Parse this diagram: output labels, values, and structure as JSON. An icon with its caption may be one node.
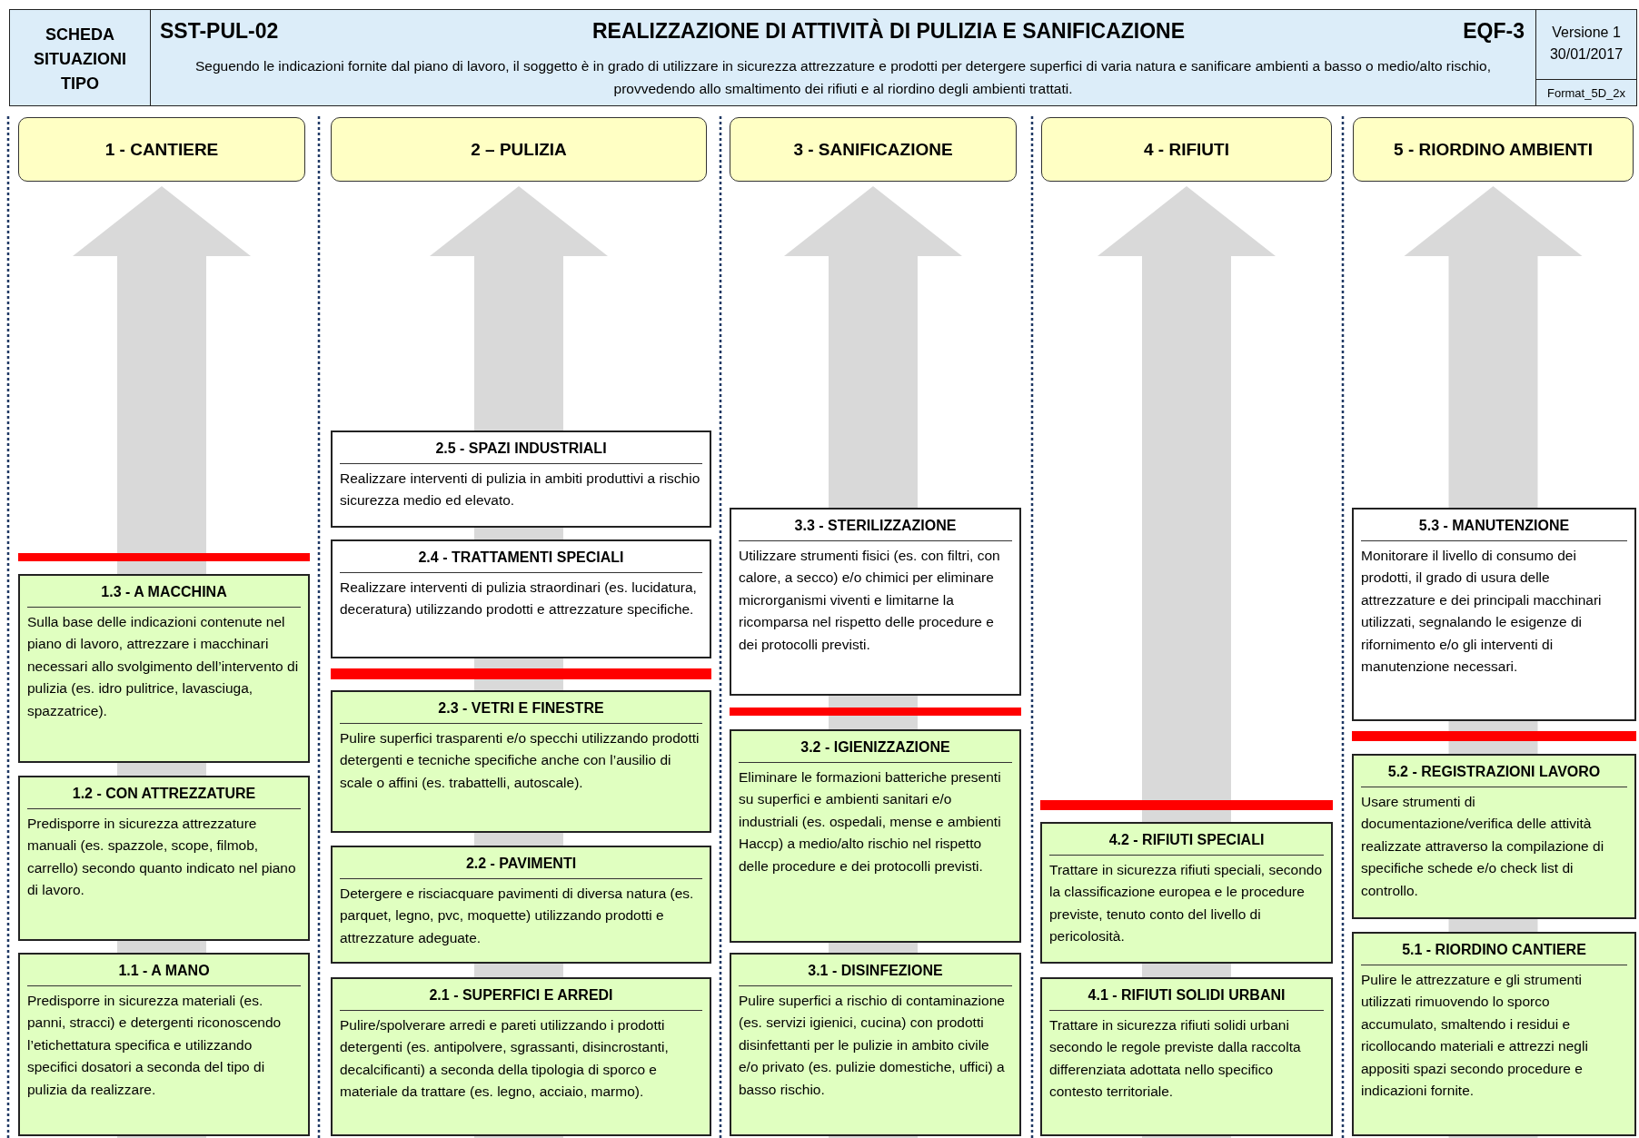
{
  "diagram": {
    "title": "REALIZZAZIONE DI ATTIVITÀ DI PULIZIA E SANIFICAZIONE",
    "nodes": [
      {
        "text": [
          "1 - CANTIERE"
        ]
      },
      {
        "text": [
          "2 – PULIZIA"
        ]
      },
      {
        "text": [
          "3 - SANIFICAZIONE"
        ]
      },
      {
        "text": [
          "4 - RIFIUTI"
        ]
      },
      {
        "text": [
          "5 - RIORDINO AMBIENTI"
        ]
      },
      {
        "text": [
          "1.3 - A MACCHINA",
          "Sulla base delle indicazioni contenute nel piano di lavoro, attrezzare i macchinari necessari allo svolgimento dell’intervento di pulizia (es. idro pulitrice, lavasciuga, spazzatrice)."
        ]
      },
      {
        "text": [
          "1.2 - CON ATTREZZATURE",
          "Predisporre in sicurezza attrezzature manuali (es. spazzole, scope, filmob, carrello) secondo quanto indicato nel piano di lavoro."
        ]
      },
      {
        "text": [
          "1.1 - A MANO",
          "Predisporre in sicurezza materiali (es. panni, stracci) e detergenti riconoscendo l’etichettatura specifica e utilizzando specifici dosatori a seconda del tipo di pulizia da realizzare."
        ]
      },
      {
        "text": [
          "2.5 - SPAZI INDUSTRIALI",
          "Realizzare interventi di pulizia in ambiti produttivi a rischio sicurezza medio ed elevato."
        ]
      },
      {
        "text": [
          "2.4 - TRATTAMENTI SPECIALI",
          "Realizzare interventi di pulizia straordinari (es. lucidatura, deceratura) utilizzando prodotti e attrezzature specifiche."
        ]
      },
      {
        "text": [
          "2.3 - VETRI E FINESTRE",
          "Pulire superfici trasparenti e/o specchi utilizzando prodotti detergenti e tecniche specifiche anche con l’ausilio di scale o affini (es. trabattelli, autoscale)."
        ]
      },
      {
        "text": [
          "2.2 - PAVIMENTI",
          "Detergere e risciacquare pavimenti di diversa natura (es. parquet, legno, pvc, moquette) utilizzando prodotti e attrezzature adeguate."
        ]
      },
      {
        "text": [
          "2.1 - SUPERFICI E ARREDI",
          "Pulire/spolverare arredi e pareti utilizzando i prodotti detergenti (es. antipolvere, sgrassanti, disincrostanti, decalcificanti) a seconda della tipologia di sporco e materiale da trattare (es. legno, acciaio, marmo)."
        ]
      },
      {
        "text": [
          "3.3 - STERILIZZAZIONE",
          "Utilizzare strumenti fisici (es. con filtri, con calore, a secco) e/o chimici per eliminare microrganismi viventi e limitarne la ricomparsa nel rispetto delle procedure e dei protocolli previsti."
        ]
      },
      {
        "text": [
          "3.2 - IGIENIZZAZIONE",
          "Eliminare le formazioni batteriche presenti su superfici e ambienti sanitari e/o industriali (es. ospedali, mense e ambienti Haccp) a medio/alto rischio nel rispetto delle procedure e dei protocolli previsti."
        ]
      },
      {
        "text": [
          "3.1 - DISINFEZIONE",
          "Pulire superfici a rischio di contaminazione (es. servizi igienici, cucina) con prodotti disinfettanti per le pulizie in ambito civile e/o privato (es. pulizie domestiche, uffici) a basso rischio."
        ]
      },
      {
        "text": [
          "4.2 - RIFIUTI SPECIALI",
          "Trattare in sicurezza rifiuti speciali, secondo la classificazione europea e le procedure previste, tenuto conto del livello di pericolosità."
        ]
      },
      {
        "text": [
          "4.1 - RIFIUTI SOLIDI URBANI",
          "Trattare in sicurezza rifiuti solidi urbani secondo le regole previste dalla raccolta differenziata adottata nello specifico contesto territoriale."
        ]
      },
      {
        "text": [
          "5.3 - MANUTENZIONE",
          "Monitorare il livello di consumo dei prodotti, il grado di usura delle attrezzature e dei principali macchinari utilizzati, segnalando le esigenze di rifornimento e/o gli interventi di manutenzione necessari."
        ]
      },
      {
        "text": [
          "5.2 - REGISTRAZIONI LAVORO",
          "Usare strumenti di documentazione/verifica delle attività realizzate attraverso la compilazione di specifiche schede e/o check list di controllo."
        ]
      },
      {
        "text": [
          "5.1 - RIORDINO CANTIERE",
          "Pulire le attrezzature e gli strumenti utilizzati rimuovendo lo sporco accumulato, smaltendo i residui e ricollocando materiali e attrezzi negli appositi spazi secondo procedure e indicazioni fornite."
        ]
      }
    ],
    "edges": [
      {
        "from": null,
        "to": 0,
        "arrow": "to"
      },
      {
        "from": null,
        "to": 1,
        "arrow": "to"
      },
      {
        "from": null,
        "to": 2,
        "arrow": "to"
      },
      {
        "from": null,
        "to": 3,
        "arrow": "to"
      },
      {
        "from": null,
        "to": 4,
        "arrow": "to"
      }
    ],
    "labels": [
      "SCHEDA SITUAZIONI TIPO",
      "SST-PUL-02",
      "EQF-3",
      "Seguendo le indicazioni fornite dal piano di lavoro, il soggetto è in grado di utilizzare in sicurezza attrezzature e prodotti per detergere superfici di varia natura e sanificare ambienti a basso o medio/alto rischio, provvedendo allo smaltimento dei rifiuti e al riordino degli ambienti trattati.",
      "Versione 1",
      "30/01/2017",
      "Format_5D_2x"
    ]
  }
}
